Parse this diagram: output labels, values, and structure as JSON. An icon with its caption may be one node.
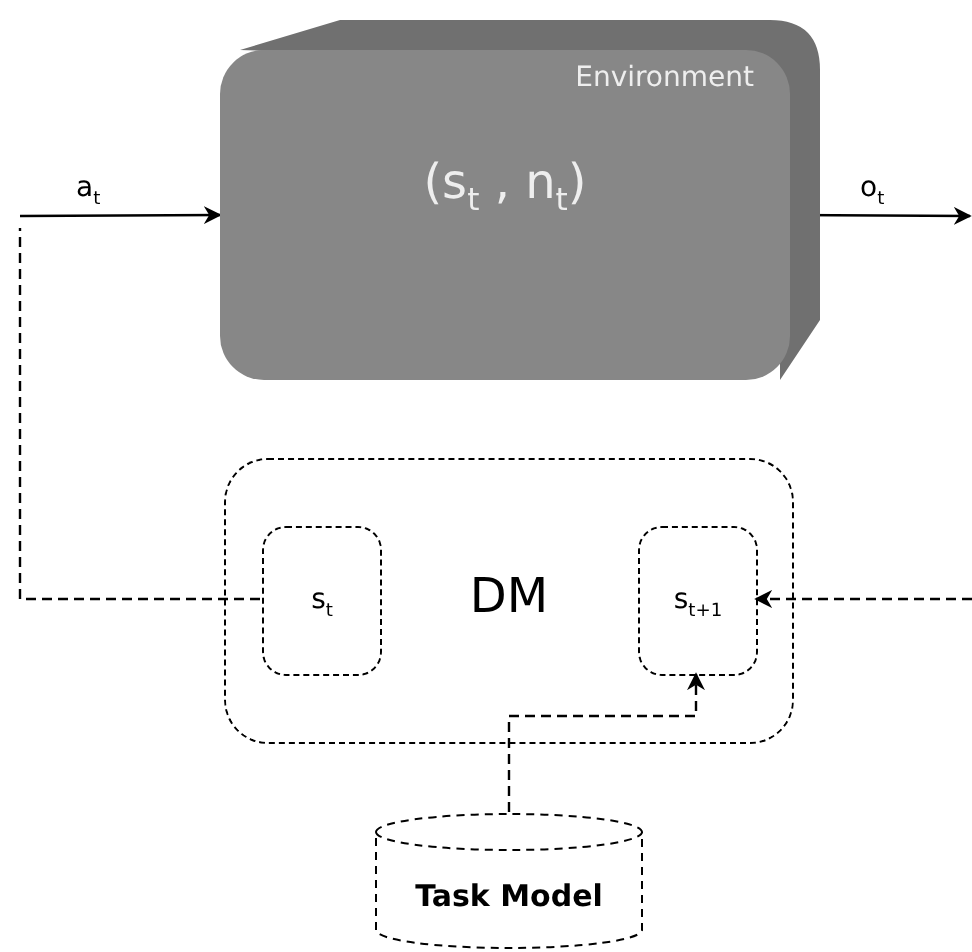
{
  "diagram": {
    "nodes": [
      {
        "text": [
          "Environment",
          "(s$_{t}$ , n$_{t}$)"
        ]
      },
      {
        "text": [
          "DM"
        ]
      },
      {
        "text": [
          "s$_{t}$"
        ],
        "in": 1
      },
      {
        "text": [
          "s$_{t+1}$"
        ],
        "in": 1
      },
      {
        "text": [
          "Task Model"
        ]
      }
    ],
    "edges": [
      {
        "from": null,
        "to": 0,
        "arrow": "to",
        "label": "a$_{t}$"
      },
      {
        "from": 0,
        "to": null,
        "arrow": "to",
        "label": "o$_{t}$"
      },
      {
        "from": 2,
        "to": null,
        "arrow": "none",
        "style": "dashed"
      },
      {
        "from": null,
        "to": 3,
        "arrow": "to",
        "style": "dashed"
      },
      {
        "from": 4,
        "to": 3,
        "arrow": "to",
        "style": "dashed"
      }
    ]
  }
}
